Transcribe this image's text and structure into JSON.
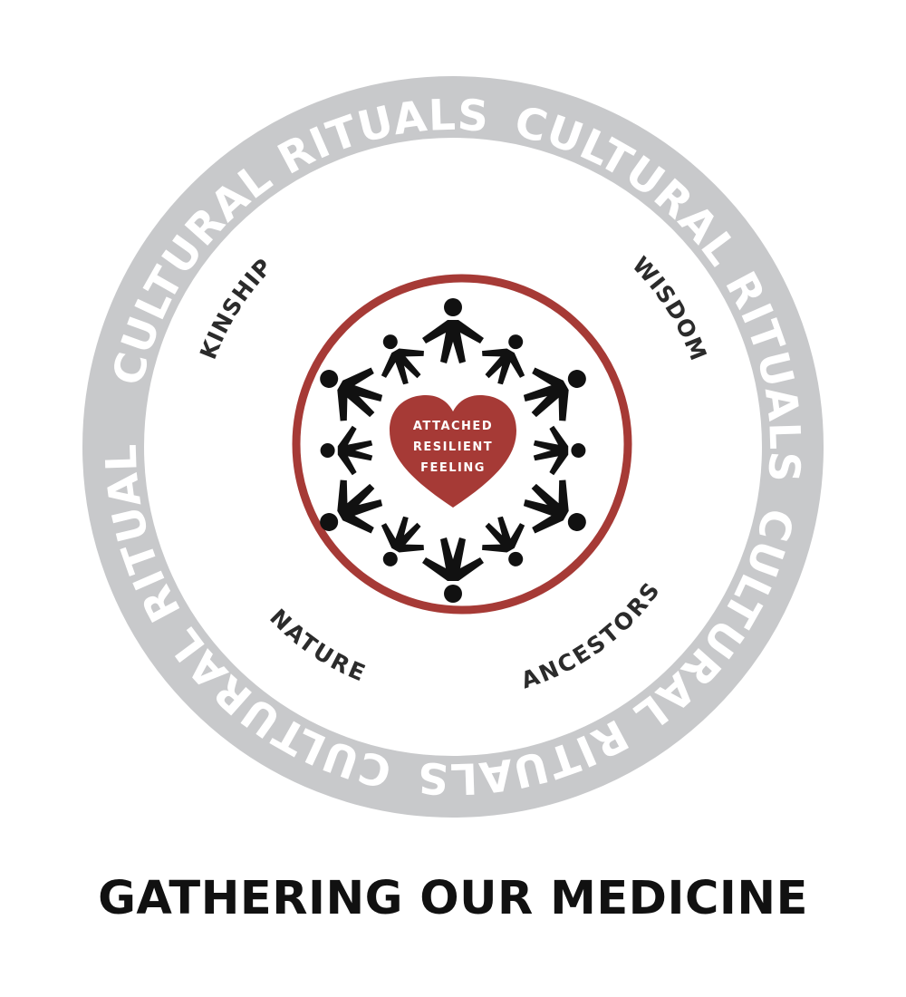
{
  "diagram": {
    "outer_ring": {
      "label": "CULTURAL RITUALS",
      "repeat_count": 4,
      "color": "#c8c9cb"
    },
    "concepts": [
      {
        "id": "kinship",
        "label": "KINSHIP"
      },
      {
        "id": "wisdom",
        "label": "WISDOM"
      },
      {
        "id": "nature",
        "label": "NATURE"
      },
      {
        "id": "ancestors",
        "label": "ANCESTORS"
      }
    ],
    "inner_circle": {
      "color": "#a63a36"
    },
    "heart": {
      "color": "#a63a36",
      "lines": [
        "ATTACHED",
        "RESILIENT",
        "FEELING"
      ]
    },
    "people_circle": {
      "count": 12,
      "color": "#111111"
    }
  },
  "title": "GATHERING OUR MEDICINE"
}
